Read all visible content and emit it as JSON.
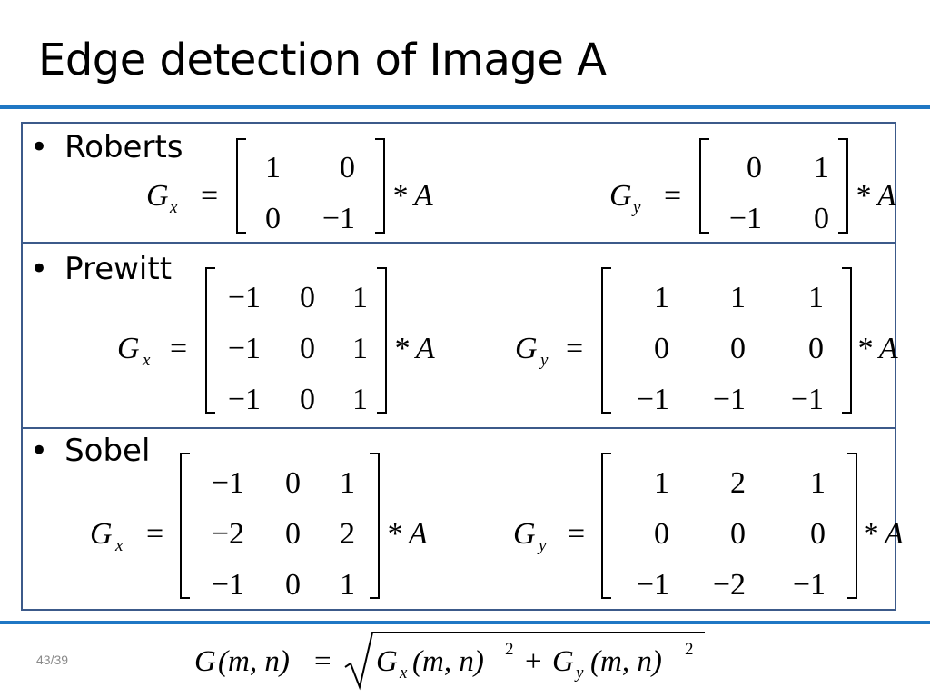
{
  "slide": {
    "title": "Edge detection of Image A",
    "page_number": "43/39"
  },
  "sections": [
    {
      "bullet": "Roberts",
      "gx": {
        "rows": [
          [
            "1",
            "0"
          ],
          [
            "0",
            "−1"
          ]
        ]
      },
      "gy": {
        "rows": [
          [
            "0",
            "1"
          ],
          [
            "−1",
            "0"
          ]
        ]
      }
    },
    {
      "bullet": "Prewitt",
      "gx": {
        "rows": [
          [
            "−1",
            "0",
            "1"
          ],
          [
            "−1",
            "0",
            "1"
          ],
          [
            "−1",
            "0",
            "1"
          ]
        ]
      },
      "gy": {
        "rows": [
          [
            "1",
            "1",
            "1"
          ],
          [
            "0",
            "0",
            "0"
          ],
          [
            "−1",
            "−1",
            "−1"
          ]
        ]
      }
    },
    {
      "bullet": "Sobel",
      "gx": {
        "rows": [
          [
            "−1",
            "0",
            "1"
          ],
          [
            "−2",
            "0",
            "2"
          ],
          [
            "−1",
            "0",
            "1"
          ]
        ]
      },
      "gy": {
        "rows": [
          [
            "1",
            "2",
            "1"
          ],
          [
            "0",
            "0",
            "0"
          ],
          [
            "−1",
            "−2",
            "−1"
          ]
        ]
      }
    }
  ],
  "equation_parts": {
    "g": "G",
    "sub_x": "x",
    "sub_y": "y",
    "equals": "=",
    "convolve": "* A",
    "args": "(m, n)",
    "square": "2",
    "plus": "+"
  },
  "colors": {
    "accent": "#1f77c4",
    "box_border": "#3c5a8a",
    "page_number": "#8a8a8a"
  }
}
